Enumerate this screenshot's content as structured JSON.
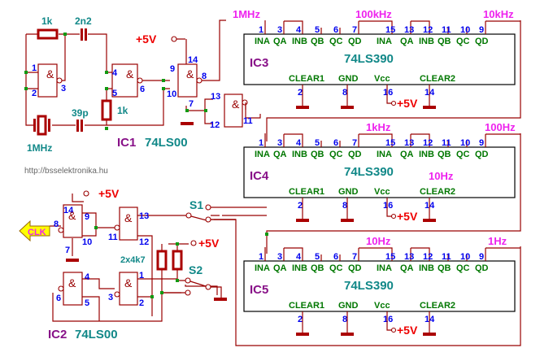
{
  "title": "1MHz to 1Hz frequency divider with 74LS390 and 74LS00",
  "url": "http://bsselektronika.hu",
  "colors": {
    "wire": "#990000",
    "pin_number": "#0000ee",
    "pin_label": "#007700",
    "freq": "#ee22ee",
    "supply": "#ee0000",
    "ic_name": "#881188",
    "part_value": "#118888",
    "junction": "#119911"
  },
  "supply_label": "+5V",
  "oscillator": {
    "r1": "1k",
    "c1": "2n2",
    "r2": "1k",
    "c2": "39p",
    "crystal": "1MHz",
    "ic_name": "IC1",
    "ic_type": "74LS00",
    "pins": {
      "p1": "1",
      "p2": "2",
      "p3": "3",
      "p4": "4",
      "p5": "5",
      "p6": "6",
      "p9": "9",
      "p10": "10",
      "p8": "8",
      "p14": "14",
      "p7": "7",
      "p13": "13",
      "p12": "12",
      "p11": "11"
    }
  },
  "counters": [
    {
      "name": "IC3",
      "type": "74LS390",
      "extra": "",
      "freqs": [
        "1MHz",
        "100kHz",
        "10kHz"
      ]
    },
    {
      "name": "IC4",
      "type": "74LS390",
      "extra": "10Hz",
      "freqs": [
        "",
        "1kHz",
        "100Hz"
      ]
    },
    {
      "name": "IC5",
      "type": "74LS390",
      "extra": "",
      "freqs": [
        "",
        "10Hz",
        "1Hz"
      ]
    }
  ],
  "counter_pins_top": [
    {
      "num": "1",
      "lbl": "INA"
    },
    {
      "num": "3",
      "lbl": "QA"
    },
    {
      "num": "4",
      "lbl": "INB"
    },
    {
      "num": "5",
      "lbl": "QB"
    },
    {
      "num": "6",
      "lbl": "QC"
    },
    {
      "num": "7",
      "lbl": "QD"
    },
    {
      "num": "15",
      "lbl": "INA"
    },
    {
      "num": "13",
      "lbl": "QA"
    },
    {
      "num": "12",
      "lbl": "INB"
    },
    {
      "num": "11",
      "lbl": "QB"
    },
    {
      "num": "10",
      "lbl": "QC"
    },
    {
      "num": "9",
      "lbl": "QD"
    }
  ],
  "counter_pins_bottom": [
    {
      "num": "2",
      "lbl": "CLEAR1"
    },
    {
      "num": "8",
      "lbl": "GND"
    },
    {
      "num": "16",
      "lbl": "Vcc"
    },
    {
      "num": "14",
      "lbl": "CLEAR2"
    }
  ],
  "selector": {
    "ic_name": "IC2",
    "ic_type": "74LS00",
    "s1": "S1",
    "s2": "S2",
    "resistors": "2x4k7",
    "clk": "CLK",
    "pins": {
      "p14": "14",
      "p8": "8",
      "p9": "9",
      "p10": "10",
      "p7": "7",
      "p11": "11",
      "p13": "13",
      "p12": "12",
      "p4": "4",
      "p6": "6",
      "p5": "5",
      "p1": "1",
      "p3": "3",
      "p2": "2"
    }
  },
  "gate_symbol": "&"
}
